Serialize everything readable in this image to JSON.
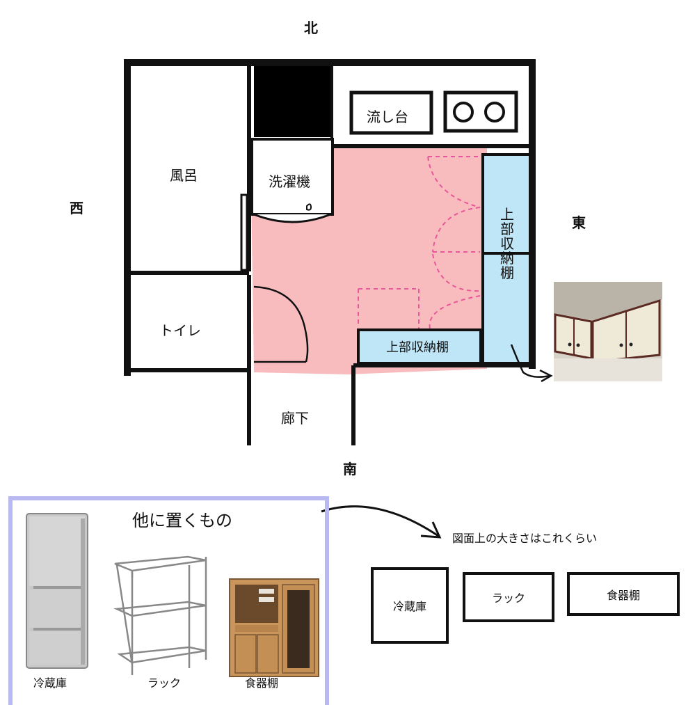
{
  "compass": {
    "north": "北",
    "south": "南",
    "east": "東",
    "west": "西"
  },
  "rooms": {
    "bath": "風呂",
    "toilet": "トイレ",
    "washer": "洗濯機",
    "sink": "流し台",
    "hallway": "廊下",
    "upper_shelf_vertical": "上部収納棚",
    "upper_shelf_horizontal": "上部収納棚"
  },
  "items_panel": {
    "title": "他に置くもの",
    "items": [
      "冷蔵庫",
      "ラック",
      "食器棚"
    ]
  },
  "scale_note": "図面上の大きさはこれくらい",
  "scale_boxes": [
    "冷蔵庫",
    "ラック",
    "食器棚"
  ],
  "colors": {
    "floor": "#f9bcbe",
    "shelf": "#bfe6f7",
    "door_swing": "#e8579a",
    "wall": "#111111",
    "panel_border": "#b7b9f0"
  }
}
